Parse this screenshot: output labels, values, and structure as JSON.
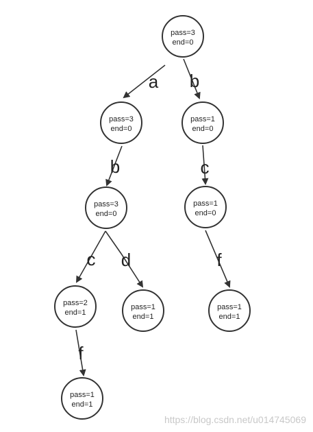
{
  "nodes": [
    {
      "id": "root",
      "pass": "pass=3",
      "end": "end=0"
    },
    {
      "id": "a",
      "pass": "pass=3",
      "end": "end=0"
    },
    {
      "id": "b",
      "pass": "pass=1",
      "end": "end=0"
    },
    {
      "id": "ab",
      "pass": "pass=3",
      "end": "end=0"
    },
    {
      "id": "bc",
      "pass": "pass=1",
      "end": "end=0"
    },
    {
      "id": "abc",
      "pass": "pass=2",
      "end": "end=1"
    },
    {
      "id": "abd",
      "pass": "pass=1",
      "end": "end=1"
    },
    {
      "id": "bcf",
      "pass": "pass=1",
      "end": "end=1"
    },
    {
      "id": "abcf",
      "pass": "pass=1",
      "end": "end=1"
    }
  ],
  "edges": [
    {
      "from": "root",
      "to": "a",
      "label": "a"
    },
    {
      "from": "root",
      "to": "b",
      "label": "b"
    },
    {
      "from": "a",
      "to": "ab",
      "label": "b"
    },
    {
      "from": "b",
      "to": "bc",
      "label": "c"
    },
    {
      "from": "ab",
      "to": "abc",
      "label": "c"
    },
    {
      "from": "ab",
      "to": "abd",
      "label": "d"
    },
    {
      "from": "bc",
      "to": "bcf",
      "label": "f"
    },
    {
      "from": "abc",
      "to": "abcf",
      "label": "f"
    }
  ],
  "watermark": "https://blog.csdn.net/u014745069"
}
